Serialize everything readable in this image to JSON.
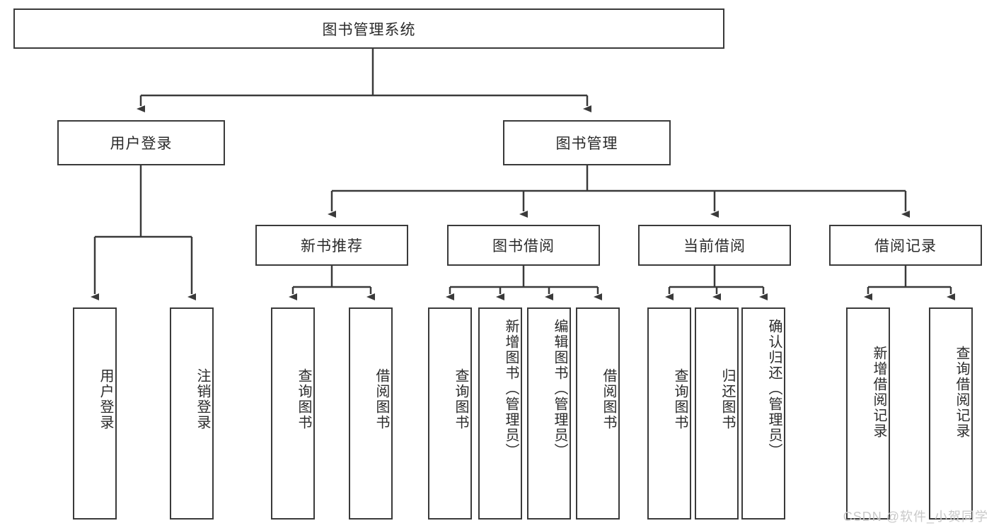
{
  "diagram": {
    "type": "tree",
    "title": "图书管理系统",
    "root": {
      "label": "图书管理系统"
    },
    "level1": [
      {
        "label": "用户登录"
      },
      {
        "label": "图书管理"
      }
    ],
    "level2": [
      {
        "label": "新书推荐"
      },
      {
        "label": "图书借阅"
      },
      {
        "label": "当前借阅"
      },
      {
        "label": "借阅记录"
      }
    ],
    "leaves": {
      "user_login": [
        {
          "label": "用户登录"
        },
        {
          "label": "注销登录"
        }
      ],
      "new_book": [
        {
          "label": "查询图书"
        },
        {
          "label": "借阅图书"
        }
      ],
      "book_borrow": [
        {
          "label": "查询图书"
        },
        {
          "label": "新增图书（管理员）"
        },
        {
          "label": "编辑图书（管理员）"
        },
        {
          "label": "借阅图书"
        }
      ],
      "current_borrow": [
        {
          "label": "查询图书"
        },
        {
          "label": "归还图书"
        },
        {
          "label": "确认归还（管理员）"
        }
      ],
      "borrow_record": [
        {
          "label": "新增借阅记录"
        },
        {
          "label": "查询借阅记录"
        }
      ]
    }
  },
  "watermark": {
    "text": "CSDN @软件_小贺同学"
  },
  "colors": {
    "stroke": "#3a3a3a",
    "fill": "#ffffff",
    "text": "#2b2b2b",
    "watermark": "#c9c9c9"
  }
}
